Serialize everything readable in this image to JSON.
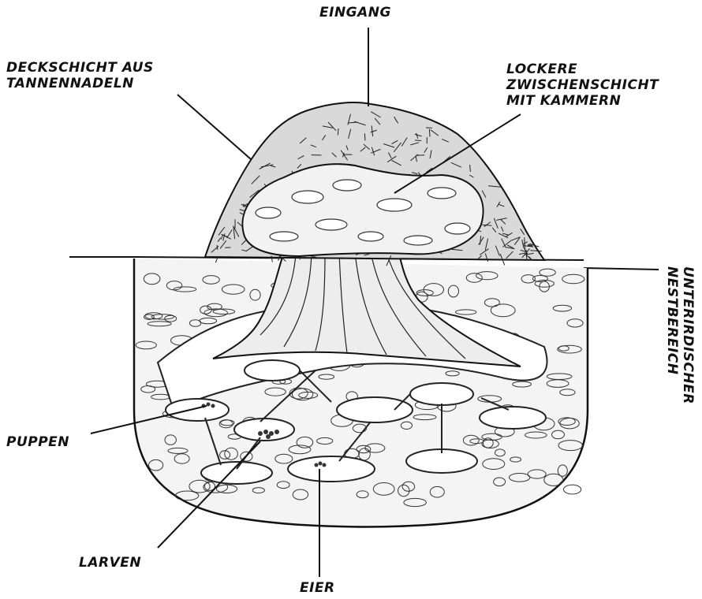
{
  "labels": {
    "entrance": "EINGANG",
    "cover_line1": "DECKSCHICHT AUS",
    "cover_line2": "TANNENNADELN",
    "loose_line1": "LOCKERE",
    "loose_line2": "ZWISCHENSCHICHT",
    "loose_line3": "MIT KAMMERN",
    "underground_line1": "UNTERIRDISCHER",
    "underground_line2": "NESTBEREICH",
    "pupae": "PUPPEN",
    "larvae": "LARVEN",
    "eggs": "EIER"
  },
  "colors": {
    "ink": "#111111",
    "background": "#ffffff"
  }
}
